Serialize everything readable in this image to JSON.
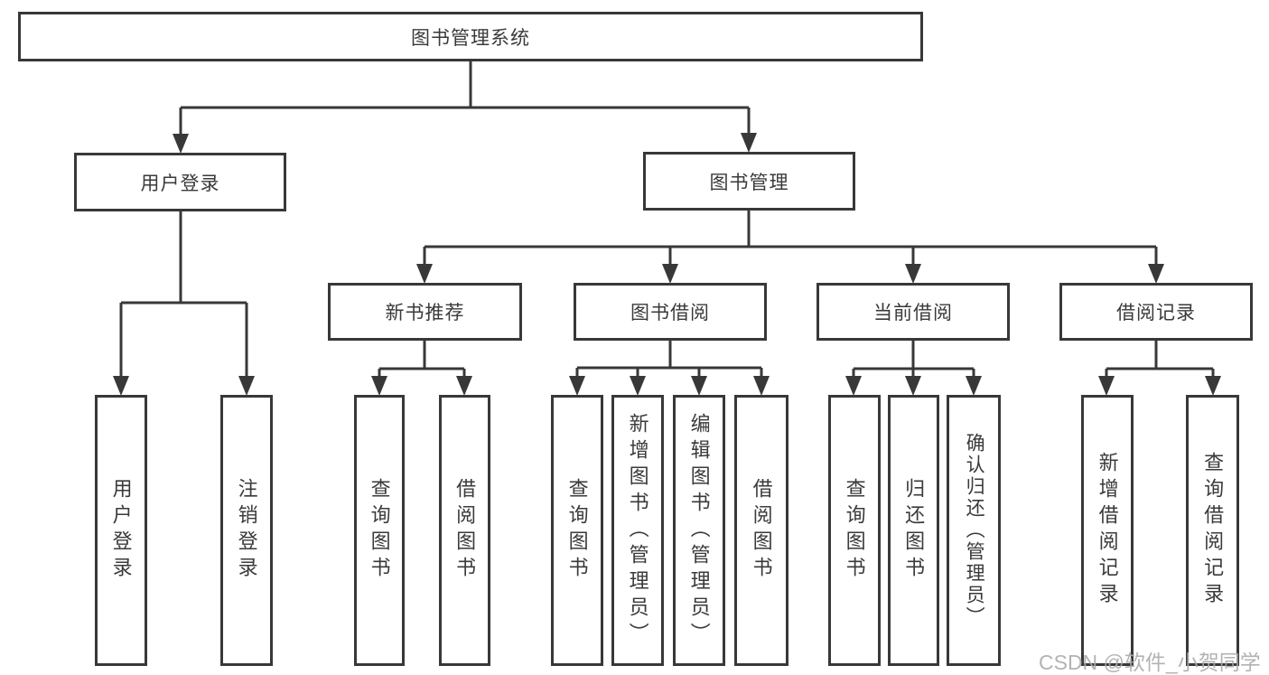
{
  "diagram": {
    "root_label": "图书管理系统",
    "branches": [
      {
        "label": "用户登录",
        "children": [
          "用户登录",
          "注销登录"
        ]
      },
      {
        "label": "图书管理",
        "sections": [
          {
            "label": "新书推荐",
            "children": [
              "查询图书",
              "借阅图书"
            ]
          },
          {
            "label": "图书借阅",
            "children": [
              "查询图书",
              "新增图书（管理员）",
              "编辑图书（管理员）",
              "借阅图书"
            ]
          },
          {
            "label": "当前借阅",
            "children": [
              "查询图书",
              "归还图书",
              "确认归还（管理员）"
            ]
          },
          {
            "label": "借阅记录",
            "children": [
              "新增借阅记录",
              "查询借阅记录"
            ]
          }
        ]
      }
    ]
  },
  "watermark": "CSDN @软件_小贺同学",
  "colors": {
    "line": "#383838",
    "text": "#3a3a3a",
    "watermark": "#ababab",
    "background": "#ffffff"
  }
}
